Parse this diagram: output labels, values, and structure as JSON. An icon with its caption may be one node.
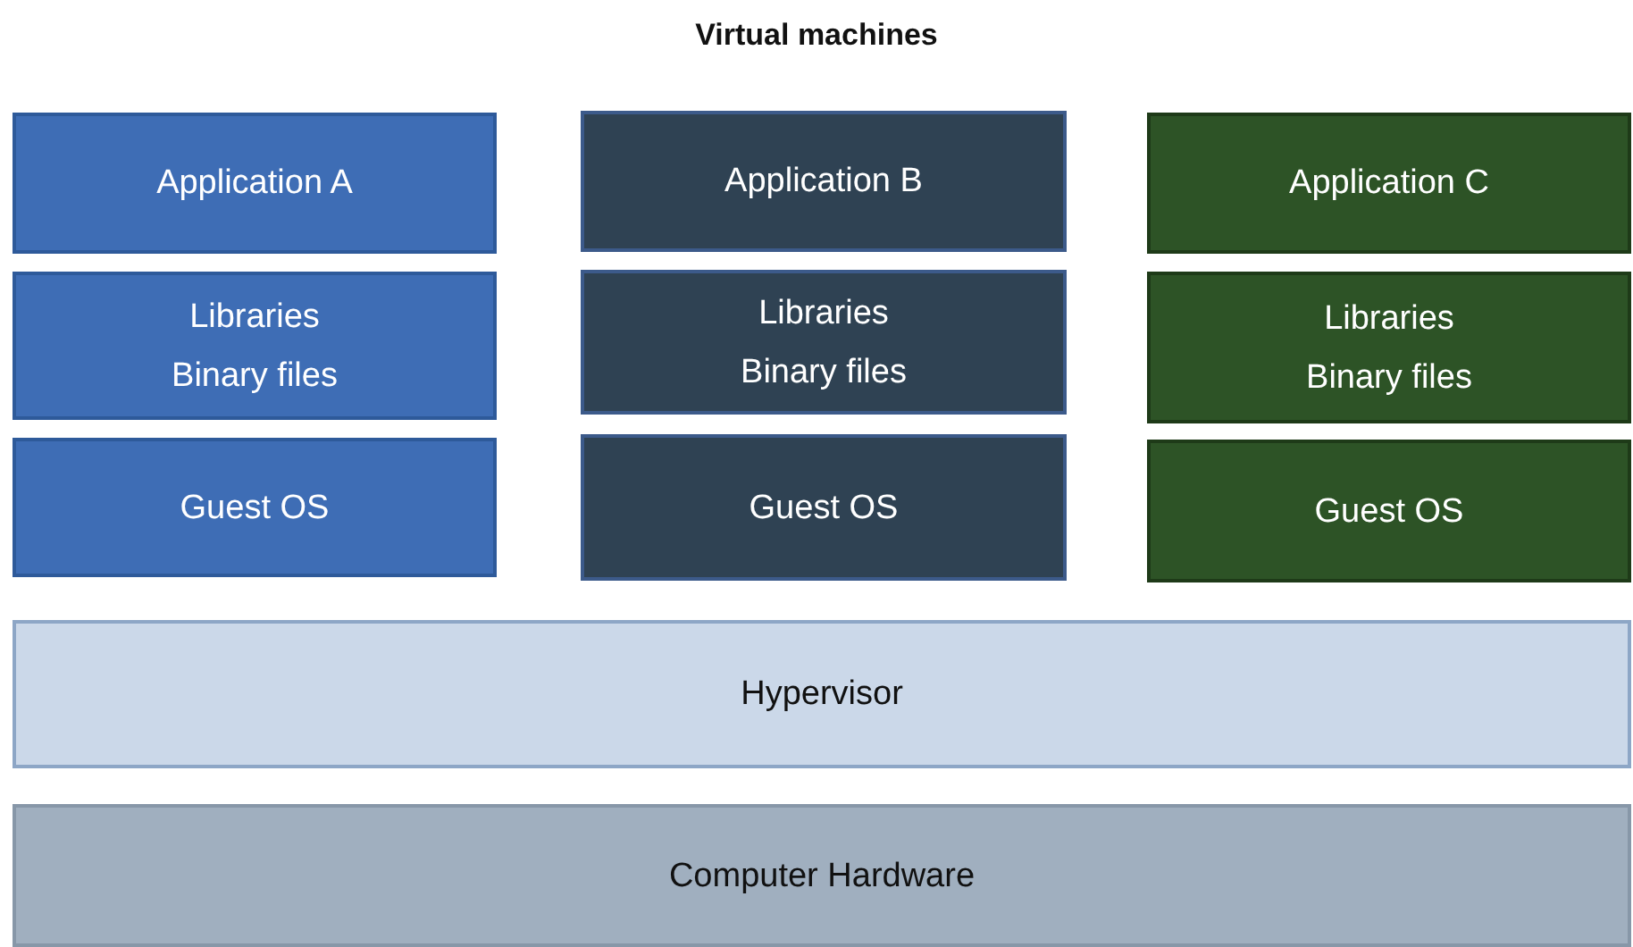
{
  "diagram": {
    "title": "Virtual machines",
    "nodes": [
      {
        "text": [
          "Application A"
        ]
      },
      {
        "text": [
          "Application B"
        ]
      },
      {
        "text": [
          "Application C"
        ]
      },
      {
        "text": [
          "Libraries",
          "Binary files"
        ]
      },
      {
        "text": [
          "Libraries",
          "Binary files"
        ]
      },
      {
        "text": [
          "Libraries",
          "Binary files"
        ]
      },
      {
        "text": [
          "Guest OS"
        ]
      },
      {
        "text": [
          "Guest OS"
        ]
      },
      {
        "text": [
          "Guest OS"
        ]
      },
      {
        "text": [
          "Hypervisor"
        ]
      },
      {
        "text": [
          "Computer Hardware"
        ]
      }
    ]
  }
}
